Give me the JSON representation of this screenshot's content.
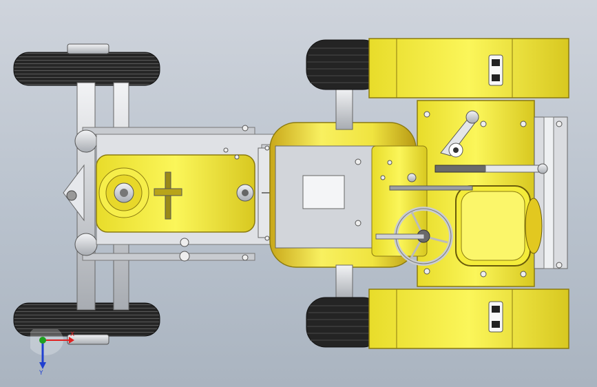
{
  "viewport": {
    "view": "top",
    "colors": {
      "background_top": "#cfd4dc",
      "background_bottom": "#aab4c0",
      "yellow": "#f3ec3c",
      "yellow_dark": "#c9b91a",
      "metal": "#d6d8dc",
      "metal_dark": "#8c9096",
      "tire": "#2a2a2a"
    },
    "triad": {
      "x_label": "X",
      "y_label": "Y",
      "x_color": "#e02020",
      "y_color": "#20a020",
      "z_color": "#2040d0"
    }
  }
}
